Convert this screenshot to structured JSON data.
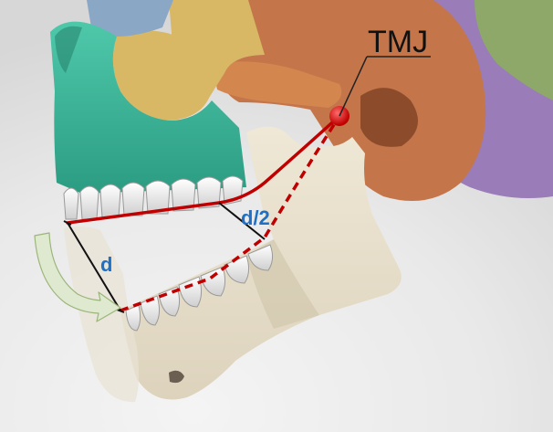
{
  "labels": {
    "joint": "TMJ",
    "distance": "d",
    "half_distance": "d/2"
  },
  "colors": {
    "measurement_line": "#c00000",
    "distance_label": "#1f6fc4",
    "rotation_arrow": "#dfe9cf",
    "rotation_arrow_outline": "#9bb57a",
    "bone": "#e9e2cf",
    "maxilla": "#35b79a",
    "zygomatic": "#d8b864",
    "temporal": "#c4764a",
    "occipital": "#9a7cb8"
  },
  "icons": {
    "rotation_arrow": "curved-arrow-icon",
    "joint_marker": "tmj-point-icon"
  }
}
